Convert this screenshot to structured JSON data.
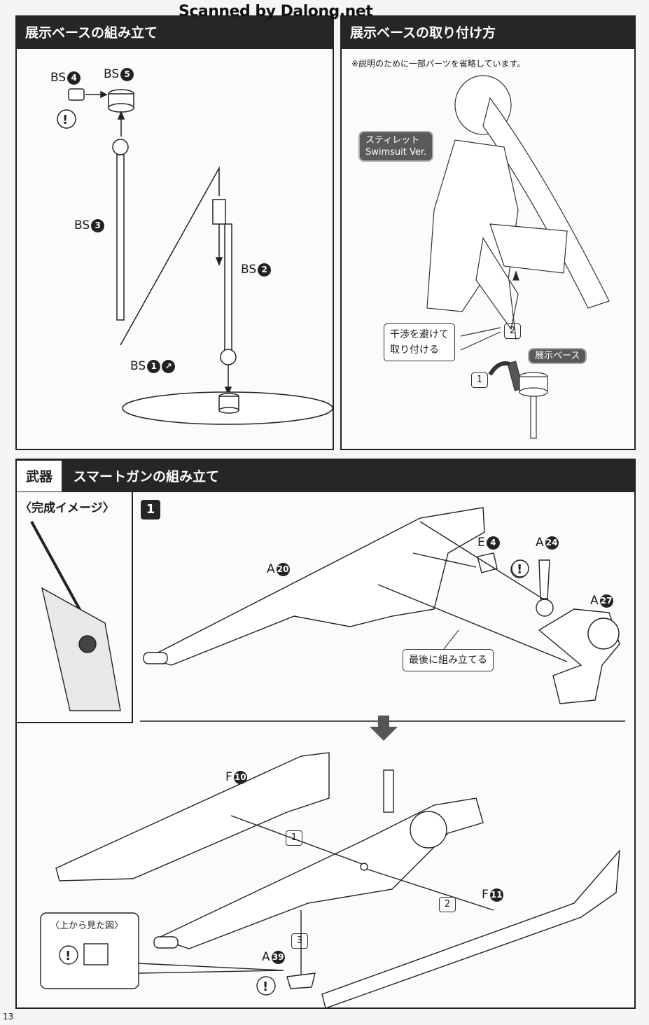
{
  "watermark": "Scanned by Dalong.net",
  "base_assembly": {
    "title": "展示ベースの組み立て",
    "parts": {
      "bs4": "BS",
      "bs4_num": "4",
      "bs5": "BS",
      "bs5_num": "5",
      "bs3": "BS",
      "bs3_num": "3",
      "bs2": "BS",
      "bs2_num": "2",
      "bs1": "BS",
      "bs1_num": "1"
    }
  },
  "base_attach": {
    "title": "展示ベースの取り付け方",
    "note": "※説明のために一部パーツを省略しています。",
    "figure_tag_line1": "スティレット",
    "figure_tag_line2": "Swimsuit Ver.",
    "callout_line1": "干渉を避けて",
    "callout_line2": "取り付ける",
    "base_tag": "展示ベース",
    "step1": "1",
    "step2": "2"
  },
  "weapon": {
    "category": "武器",
    "title": "スマートガンの組み立て",
    "complete_image_label": "〈完成イメージ〉",
    "step_number": "1",
    "parts_step1": {
      "a20": "A",
      "a20_num": "20",
      "e4": "E",
      "e4_num": "4",
      "a24": "A",
      "a24_num": "24",
      "a27": "A",
      "a27_num": "27"
    },
    "callout_last": "最後に組み立てる",
    "parts_step2": {
      "f10": "F",
      "f10_num": "10",
      "f11": "F",
      "f11_num": "11",
      "a39": "A",
      "a39_num": "39"
    },
    "order": [
      "1",
      "2",
      "3"
    ],
    "top_view_label": "〈上から見た図〉"
  },
  "page_number": "13"
}
